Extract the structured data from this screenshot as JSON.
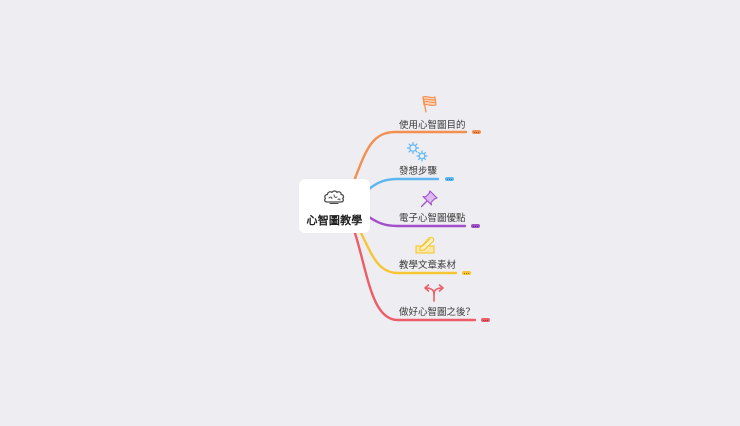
{
  "canvas": {
    "background": "#eeeef2"
  },
  "central_topic": {
    "title": "心智圖教學",
    "icon": "brain-icon"
  },
  "branches": [
    {
      "label": "使用心智圖目的",
      "color": "#f4904f",
      "icon": "flag-icon",
      "collapsed_indicator": "•••"
    },
    {
      "label": "發想步驟",
      "color": "#5db6ef",
      "icon": "gears-icon",
      "collapsed_indicator": "•••"
    },
    {
      "label": "電子心智圖優點",
      "color": "#a24fcb",
      "icon": "pushpin-icon",
      "collapsed_indicator": "•••"
    },
    {
      "label": "教學文章素材",
      "color": "#f6c534",
      "icon": "pencil-paper-icon",
      "collapsed_indicator": "•••"
    },
    {
      "label": "做好心智圖之後？",
      "color": "#ec5d68",
      "icon": "split-arrow-icon",
      "collapsed_indicator": "•••"
    }
  ]
}
